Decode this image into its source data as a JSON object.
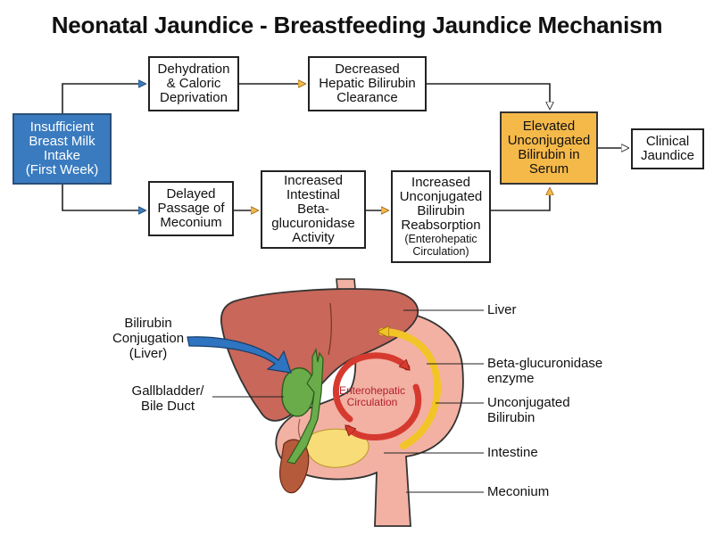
{
  "title": "Neonatal Jaundice - Breastfeeding Jaundice Mechanism",
  "flow": {
    "insufficient": [
      "Insufficient",
      "Breast Milk",
      "Intake",
      "(First Week)"
    ],
    "dehydration": [
      "Dehydration",
      "& Caloric",
      "Deprivation"
    ],
    "decreased": [
      "Decreased",
      "Hepatic Bilirubin",
      "Clearance"
    ],
    "elevated": [
      "Elevated",
      "Unconjugated",
      "Bilirubin in",
      "Serum"
    ],
    "clinical": [
      "Clinical",
      "Jaundice"
    ],
    "delayed": [
      "Delayed",
      "Passage of",
      "Meconium"
    ],
    "beta_activity": [
      "Increased",
      "Intestinal",
      "Beta-",
      "glucuronidase",
      "Activity"
    ],
    "reabsorption": [
      "Increased",
      "Unconjugated",
      "Bilirubin",
      "Reabsorption"
    ],
    "reabsorption_note": [
      "(Enterohepatic",
      "Circulation)"
    ]
  },
  "anatomy": {
    "left_labels": {
      "conjugation": [
        "Bilirubin",
        "Conjugation",
        "(Liver)"
      ],
      "gallbladder": [
        "Gallbladder/",
        "Bile Duct"
      ]
    },
    "right_labels": {
      "liver": [
        "Liver"
      ],
      "beta": [
        "Beta-glucuronidase",
        "enzyme"
      ],
      "unconj": [
        "Unconjugated",
        "Bilirubin"
      ],
      "intestine": [
        "Intestine"
      ],
      "meconium": [
        "Meconium"
      ]
    },
    "circle_label": [
      "Enterohepatic",
      "Circulation"
    ]
  },
  "colors": {
    "blue_box": "#3a7bbf",
    "orange_box": "#f5b94a",
    "liver": "#c8675a",
    "stomach": "#f2b1a3",
    "gallbladder": "#6aac4a",
    "circulation_arrow": "#d63a2f",
    "yellow_arrow": "#f3c428",
    "conjugation_arrow": "#2f74c0"
  }
}
